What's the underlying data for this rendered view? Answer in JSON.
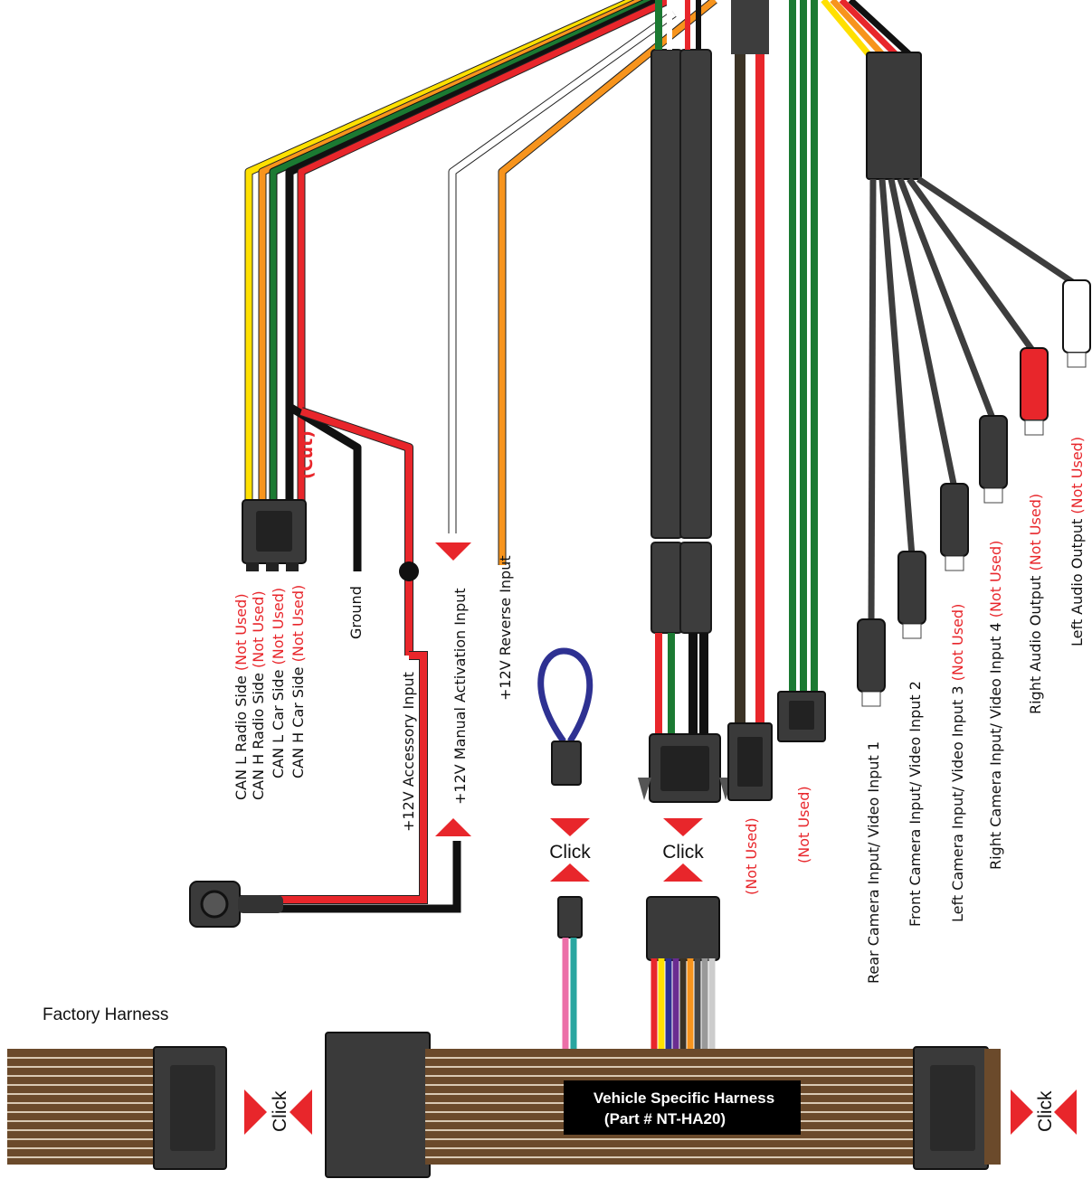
{
  "colors": {
    "red": "#e8262b",
    "black": "#151515",
    "yellow": "#ffe000",
    "orange": "#f7941d",
    "green": "#1b7a32",
    "white": "#ffffff",
    "blue": "#2e3192",
    "brown": "#6b4a2b",
    "connector": "#3a3a3a",
    "cable": "#4a4a4a",
    "pink": "#ec6fa8",
    "teal": "#2aa6a0"
  },
  "labels": {
    "factory_harness": "Factory Harness",
    "banner_line1": "Vehicle Specific Harness",
    "banner_line2": "(Part # NT-HA20)",
    "cut": "(Cut)",
    "click": "Click",
    "not_used": "(Not Used)"
  },
  "wires": [
    {
      "id": "can-l-radio",
      "label": "CAN L Radio Side",
      "note": "(Not Used)"
    },
    {
      "id": "can-h-radio",
      "label": "CAN H Radio Side",
      "note": "(Not Used)"
    },
    {
      "id": "can-l-car",
      "label": "CAN L Car Side",
      "note": "(Not Used)"
    },
    {
      "id": "can-h-car",
      "label": "CAN H Car Side",
      "note": "(Not Used)"
    },
    {
      "id": "ground",
      "label": "Ground",
      "note": ""
    },
    {
      "id": "accessory",
      "label": "+12V Accessory Input",
      "note": ""
    },
    {
      "id": "manual",
      "label": "+12V Manual Activation Input",
      "note": ""
    },
    {
      "id": "reverse",
      "label": "+12V Reverse Input",
      "note": ""
    }
  ],
  "connector_notes": [
    {
      "id": "main-2pin",
      "label": "(Not Used)"
    },
    {
      "id": "green-plug",
      "label": "(Not Used)"
    }
  ],
  "rca": [
    {
      "id": "rear-camera",
      "label": "Rear Camera Input/ Video Input 1",
      "note": ""
    },
    {
      "id": "front-camera",
      "label": "Front Camera Input/ Video Input 2",
      "note": ""
    },
    {
      "id": "left-camera",
      "label": "Left Camera Input/ Video Input 3",
      "note": "(Not Used)"
    },
    {
      "id": "right-camera",
      "label": "Right Camera Input/ Video Input 4",
      "note": "(Not Used)"
    },
    {
      "id": "right-audio",
      "label": "Right Audio Output",
      "note": "(Not Used)"
    },
    {
      "id": "left-audio",
      "label": "Left Audio Output",
      "note": "(Not Used)"
    }
  ]
}
